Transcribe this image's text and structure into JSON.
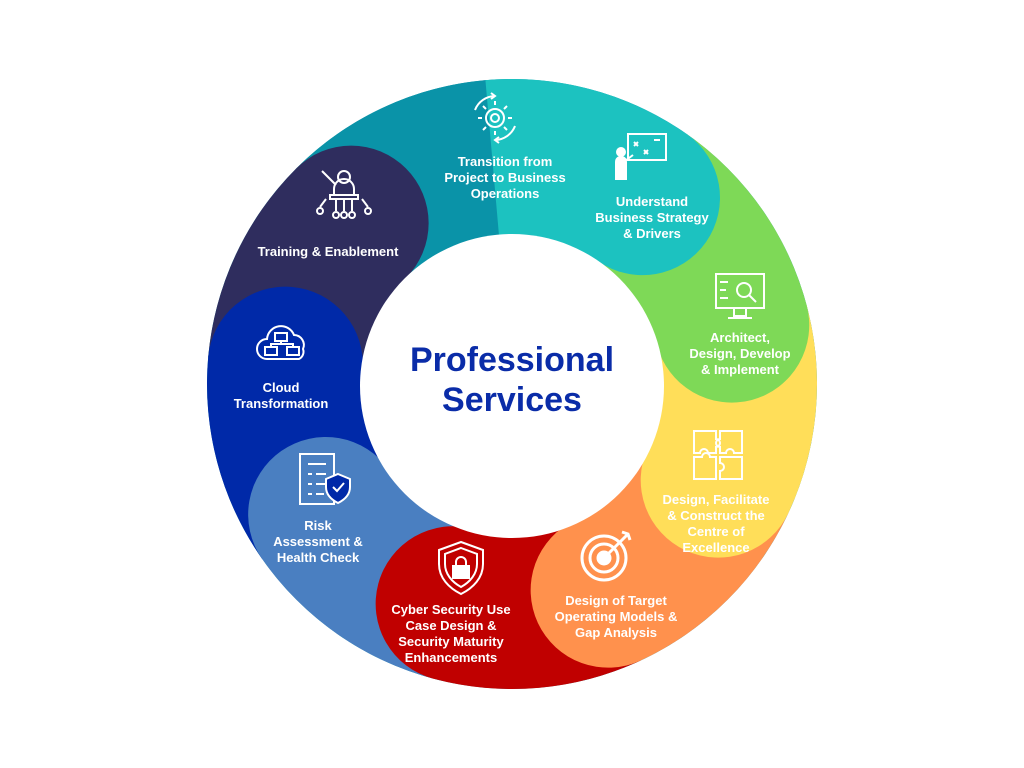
{
  "center_title": "Professional\nServices",
  "segments": [
    {
      "label": "Transition from\nProject to Business\nOperations",
      "icon": "gear-cycle-icon",
      "color": "#1cc2c0"
    },
    {
      "label": "Understand\nBusiness Strategy\n& Drivers",
      "icon": "strategy-presenter-icon",
      "color": "#7ed957"
    },
    {
      "label": "Architect,\nDesign, Develop\n& Implement",
      "icon": "design-monitor-icon",
      "color": "#ffde59"
    },
    {
      "label": "Design, Facilitate\n& Construct the\nCentre of\nExcellence",
      "icon": "puzzle-icon",
      "color": "#ff914d"
    },
    {
      "label": "Design of Target\nOperating Models &\nGap Analysis",
      "icon": "target-icon",
      "color": "#c00000"
    },
    {
      "label": "Cyber Security Use\nCase Design &\nSecurity Maturity\nEnhancements",
      "icon": "shield-lock-icon",
      "color": "#4a7fc1"
    },
    {
      "label": "Risk\nAssessment &\nHealth Check",
      "icon": "checklist-shield-icon",
      "color": "#0029a8"
    },
    {
      "label": "Cloud\nTransformation",
      "icon": "cloud-network-icon",
      "color": "#2f2d5e"
    },
    {
      "label": "Training & Enablement",
      "icon": "trainer-network-icon",
      "color": "#0a93a8"
    }
  ]
}
